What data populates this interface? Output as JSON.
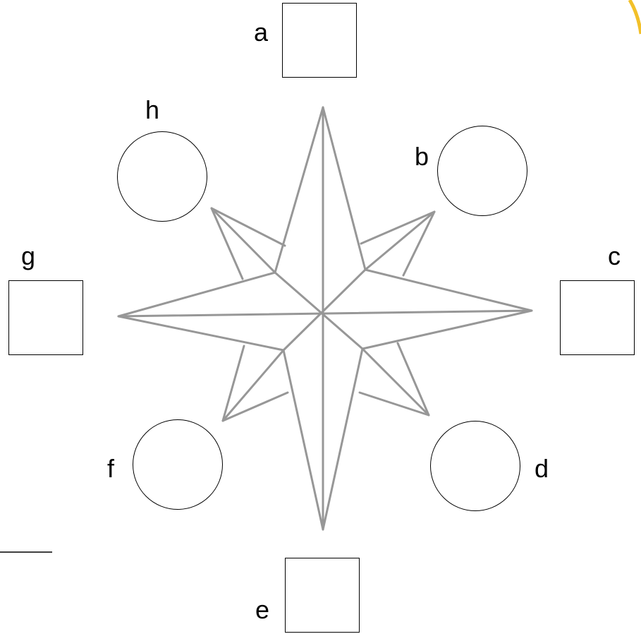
{
  "labels": {
    "a": "a",
    "b": "b",
    "c": "c",
    "d": "d",
    "e": "e",
    "f": "f",
    "g": "g",
    "h": "h"
  },
  "colors": {
    "star_pencil": "#8c8c8c",
    "arc_accent": "#f2c029",
    "outline": "#000000"
  },
  "icons": {
    "compass": "compass-rose-icon"
  }
}
